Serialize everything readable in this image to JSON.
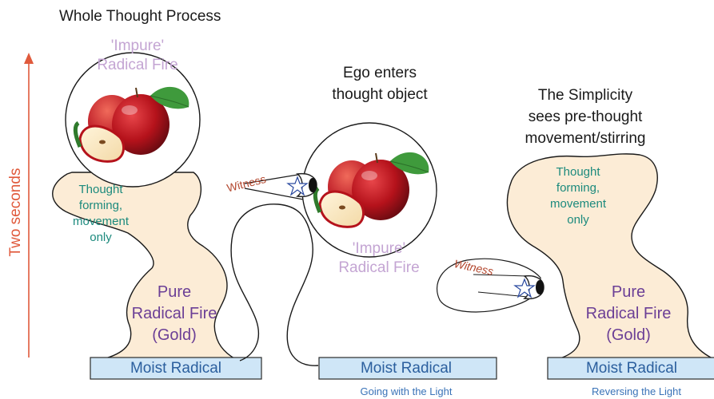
{
  "title": "Whole Thought Process",
  "axis_label": "Two seconds",
  "left_panel": {
    "impure_line1": "'Impure'",
    "impure_line2": "Radical Fire",
    "thought_line1": "Thought",
    "thought_line2": "forming,",
    "thought_line3": "movement",
    "thought_line4": "only",
    "pure_line1": "Pure",
    "pure_line2": "Radical Fire",
    "pure_line3": "(Gold)",
    "base_label": "Moist Radical"
  },
  "middle_panel": {
    "heading_line1": "Ego enters",
    "heading_line2": "thought object",
    "witness_label": "Witness",
    "impure_line1": "'Impure'",
    "impure_line2": "Radical Fire",
    "base_label": "Moist Radical",
    "caption": "Going with the Light"
  },
  "right_panel": {
    "heading_line1": "The Simplicity",
    "heading_line2": "sees pre-thought",
    "heading_line3": "movement/stirring",
    "thought_line1": "Thought",
    "thought_line2": "forming,",
    "thought_line3": "movement",
    "thought_line4": "only",
    "witness_label": "Witness",
    "pure_line1": "Pure",
    "pure_line2": "Radical Fire",
    "pure_line3": "(Gold)",
    "base_label": "Moist Radical",
    "caption": "Reversing the Light"
  },
  "colors": {
    "arrow": "#e05a3c",
    "flame_fill": "#fcecd6",
    "base_fill": "#cfe6f7",
    "apple_red": "#b5121b",
    "leaf_green": "#3f9a3c"
  }
}
